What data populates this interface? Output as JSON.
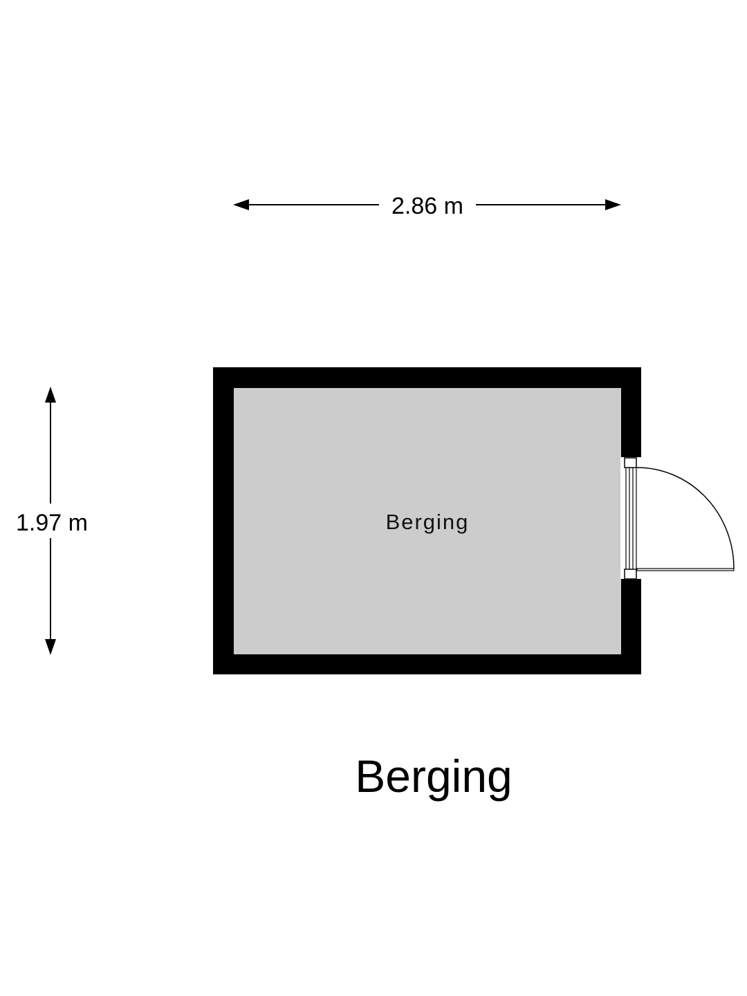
{
  "floorplan": {
    "title": "Berging",
    "room_label": "Berging",
    "dimensions": {
      "width": "2.86 m",
      "height": "1.97 m"
    },
    "colors": {
      "wall": "#000000",
      "floor": "#cccccc",
      "background": "#ffffff"
    }
  }
}
